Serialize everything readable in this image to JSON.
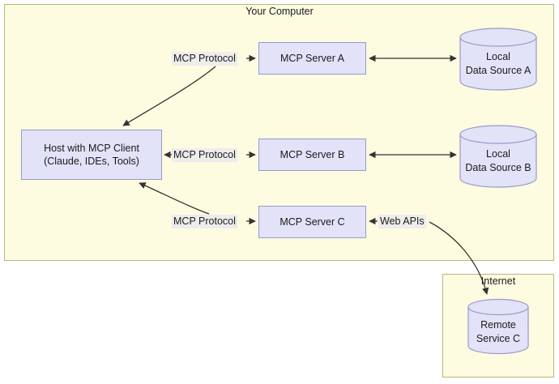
{
  "diagram": {
    "groups": [
      {
        "id": "your-computer",
        "title": "Your Computer"
      },
      {
        "id": "internet",
        "title": "Internet"
      }
    ],
    "nodes": [
      {
        "id": "host",
        "label": "Host with MCP Client\n(Claude, IDEs, Tools)"
      },
      {
        "id": "server-a",
        "label": "MCP Server A"
      },
      {
        "id": "server-b",
        "label": "MCP Server B"
      },
      {
        "id": "server-c",
        "label": "MCP Server C"
      },
      {
        "id": "data-source-a",
        "label": "Local\nData Source A"
      },
      {
        "id": "data-source-b",
        "label": "Local\nData Source B"
      },
      {
        "id": "remote-service-c",
        "label": "Remote\nService C"
      }
    ],
    "edge_labels": [
      {
        "id": "protocol-a",
        "label": "MCP Protocol"
      },
      {
        "id": "protocol-b",
        "label": "MCP Protocol"
      },
      {
        "id": "protocol-c",
        "label": "MCP Protocol"
      },
      {
        "id": "web-apis",
        "label": "Web APIs"
      }
    ],
    "colors": {
      "group_fill": "#fdfbe0",
      "group_stroke": "#b7b77e",
      "node_fill": "#e2e2f8",
      "node_stroke": "#9a9ac8",
      "label_bg": "#ededed",
      "line": "#333333",
      "text": "#1b1b1b",
      "page_bg": "#ffffff"
    }
  }
}
